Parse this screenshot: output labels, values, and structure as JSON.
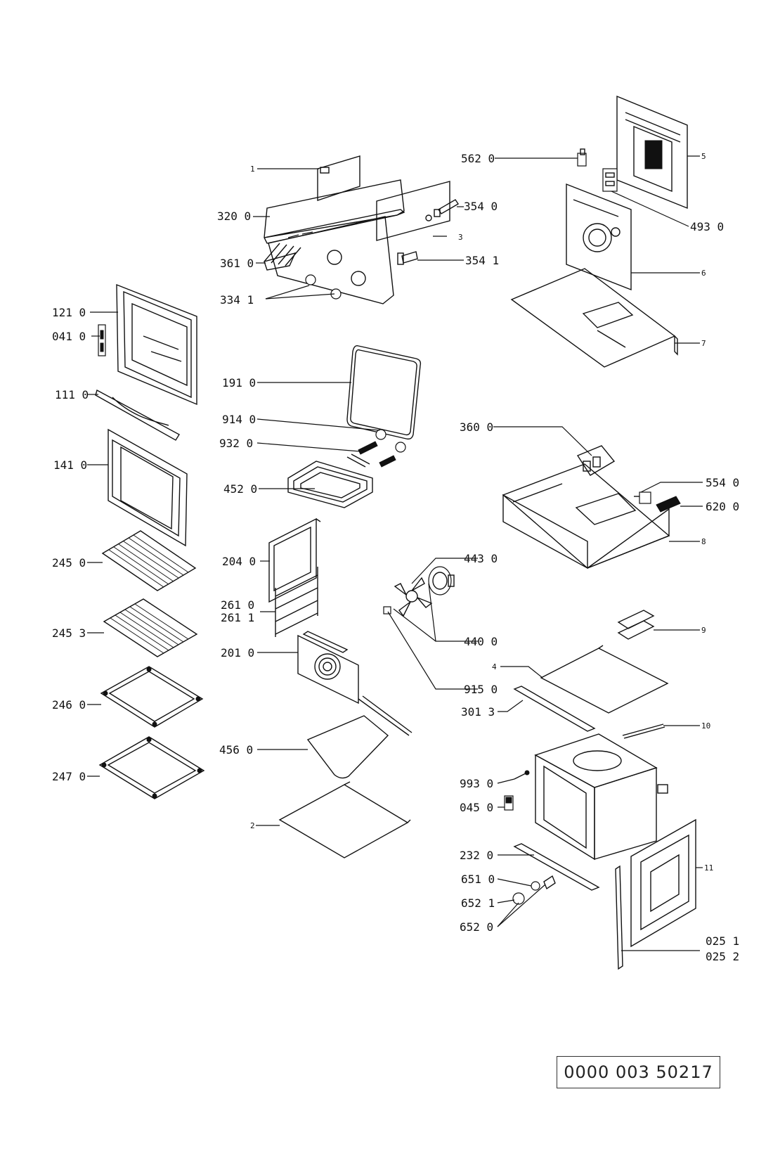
{
  "labels": {
    "l_1": "1",
    "l_3201": "320 0",
    "l_3610": "361 0",
    "l_3341": "334 1",
    "l_3": "3",
    "l_3540": "354 0",
    "l_3541": "354 1",
    "l_5620": "562 0",
    "l_5": "5",
    "l_4930": "493 0",
    "l_6": "6",
    "l_7": "7",
    "l_1210": "121 0",
    "l_0410": "041 0",
    "l_1110": "111 0",
    "l_1410": "141 0",
    "l_2450": "245 0",
    "l_2453": "245 3",
    "l_2460": "246 0",
    "l_2470": "247 0",
    "l_1910": "191 0",
    "l_9140": "914 0",
    "l_9320": "932 0",
    "l_4520": "452 0",
    "l_2040": "204 0",
    "l_2610": "261 0",
    "l_2611": "261 1",
    "l_2010": "201 0",
    "l_4560": "456 0",
    "l_2": "2",
    "l_3600": "360 0",
    "l_5540": "554 0",
    "l_6200": "620 0",
    "l_8": "8",
    "l_4430": "443 0",
    "l_4400": "440 0",
    "l_9150": "915 0",
    "l_9": "9",
    "l_4": "4",
    "l_3013": "301 3",
    "l_10": "10",
    "l_9930": "993 0",
    "l_0450": "045 0",
    "l_2320": "232 0",
    "l_6510": "651 0",
    "l_6521": "652 1",
    "l_6520": "652 0",
    "l_11": "11",
    "l_0251": "025 1",
    "l_0252": "025 2"
  },
  "document_number": "0000 003 50217"
}
